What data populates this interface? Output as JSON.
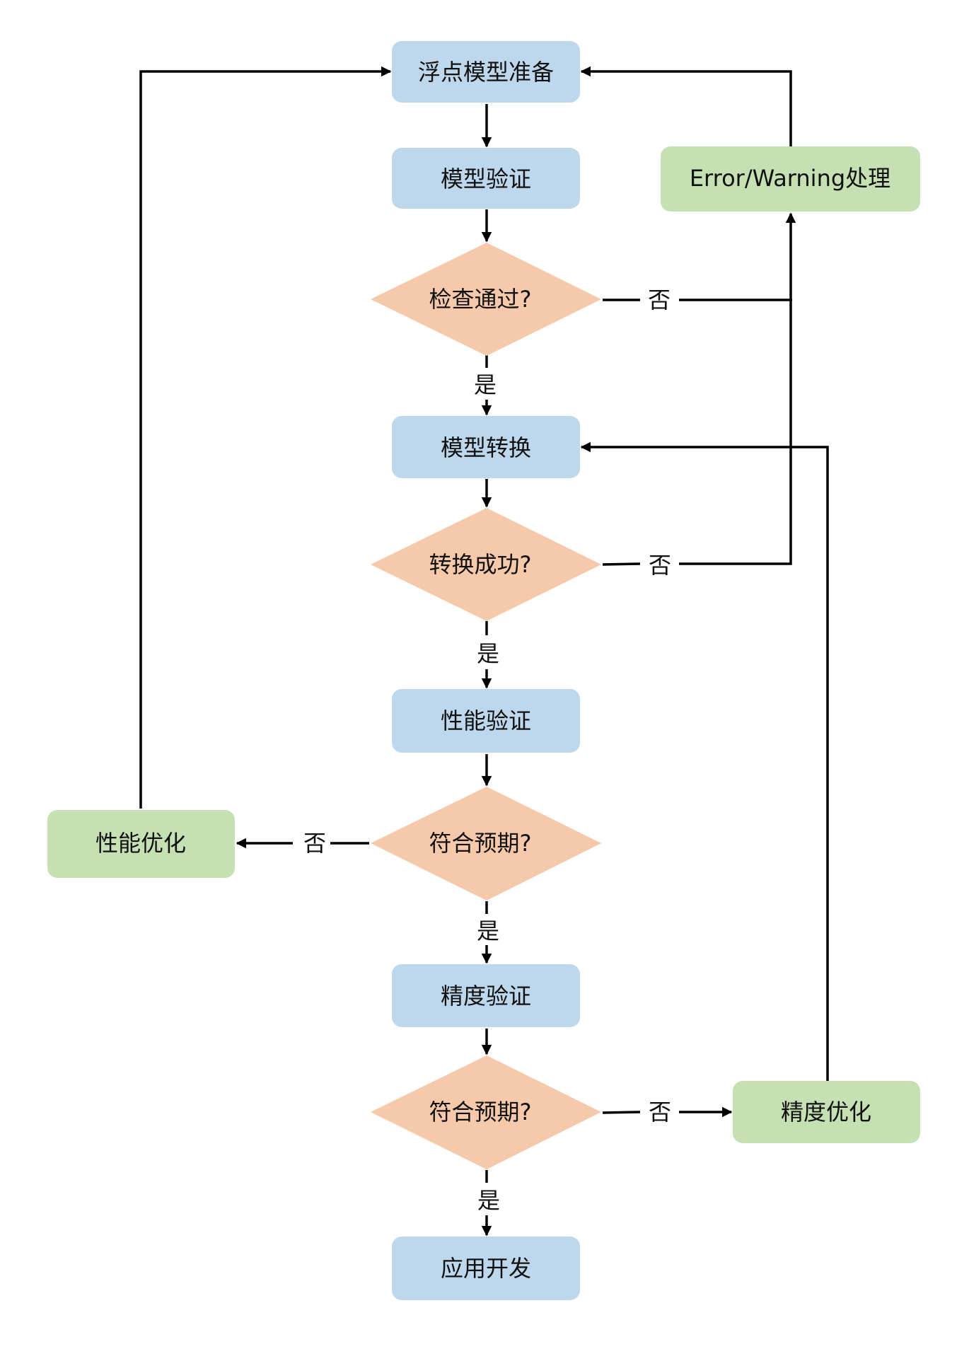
{
  "colors": {
    "process": "#bdd7ec",
    "decision": "#f6c9aa",
    "handler": "#c5e0b3",
    "stroke": "#000000",
    "text": "#111111"
  },
  "nodes": {
    "float_model_prep": "浮点模型准备",
    "model_verify": "模型验证",
    "check_passed": "检查通过?",
    "model_convert": "模型转换",
    "convert_success": "转换成功?",
    "perf_verify": "性能验证",
    "perf_ok": "符合预期?",
    "accuracy_verify": "精度验证",
    "accuracy_ok": "符合预期?",
    "app_dev": "应用开发",
    "error_handling": "Error/Warning处理",
    "perf_optimize": "性能优化",
    "accuracy_optimize": "精度优化"
  },
  "edge_labels": {
    "check_yes": "是",
    "check_no": "否",
    "convert_yes": "是",
    "convert_no": "否",
    "perf_yes": "是",
    "perf_no": "否",
    "accuracy_yes": "是",
    "accuracy_no": "否"
  }
}
